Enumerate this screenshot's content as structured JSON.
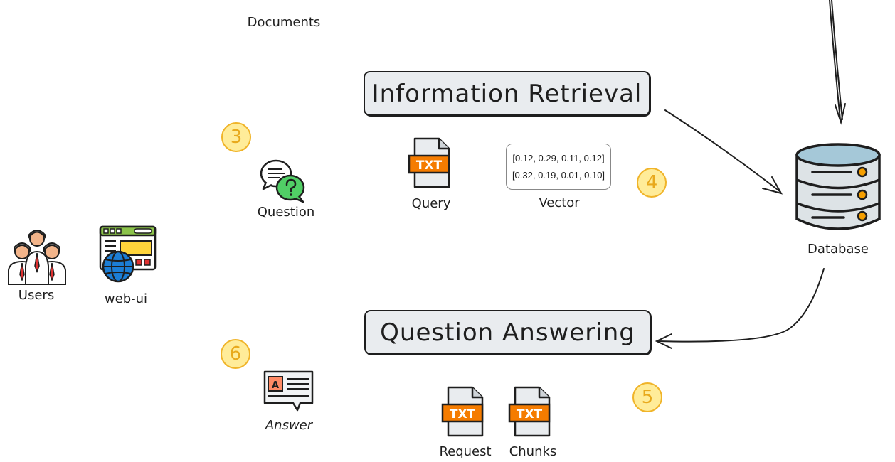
{
  "labels": {
    "documents": "Documents",
    "question": "Question",
    "query": "Query",
    "vector": "Vector",
    "database": "Database",
    "users": "Users",
    "web_ui": "web-ui",
    "answer": "Answer",
    "request": "Request",
    "chunks": "Chunks"
  },
  "titles": {
    "information_retrieval": "Information Retrieval",
    "question_answering": "Question Answering"
  },
  "steps": {
    "s3": "3",
    "s4": "4",
    "s5": "5",
    "s6": "6"
  },
  "vector_values": {
    "row1": "[0.12, 0.29, 0.11, 0.12]",
    "row2": "[0.32, 0.19, 0.01, 0.10]"
  },
  "file_badge": "TXT",
  "answer_badge": "A",
  "icons": [
    "users-icon",
    "web-ui-icon",
    "question-chat-icon",
    "txt-file-icon",
    "database-icon",
    "answer-icon"
  ],
  "colors": {
    "file_band": "#f57c00",
    "step_fill": "#ffec99",
    "step_text": "#e8a91c",
    "title_fill": "#e9ecef",
    "db_top": "#a5c8d8",
    "db_body": "#dde3e6"
  }
}
